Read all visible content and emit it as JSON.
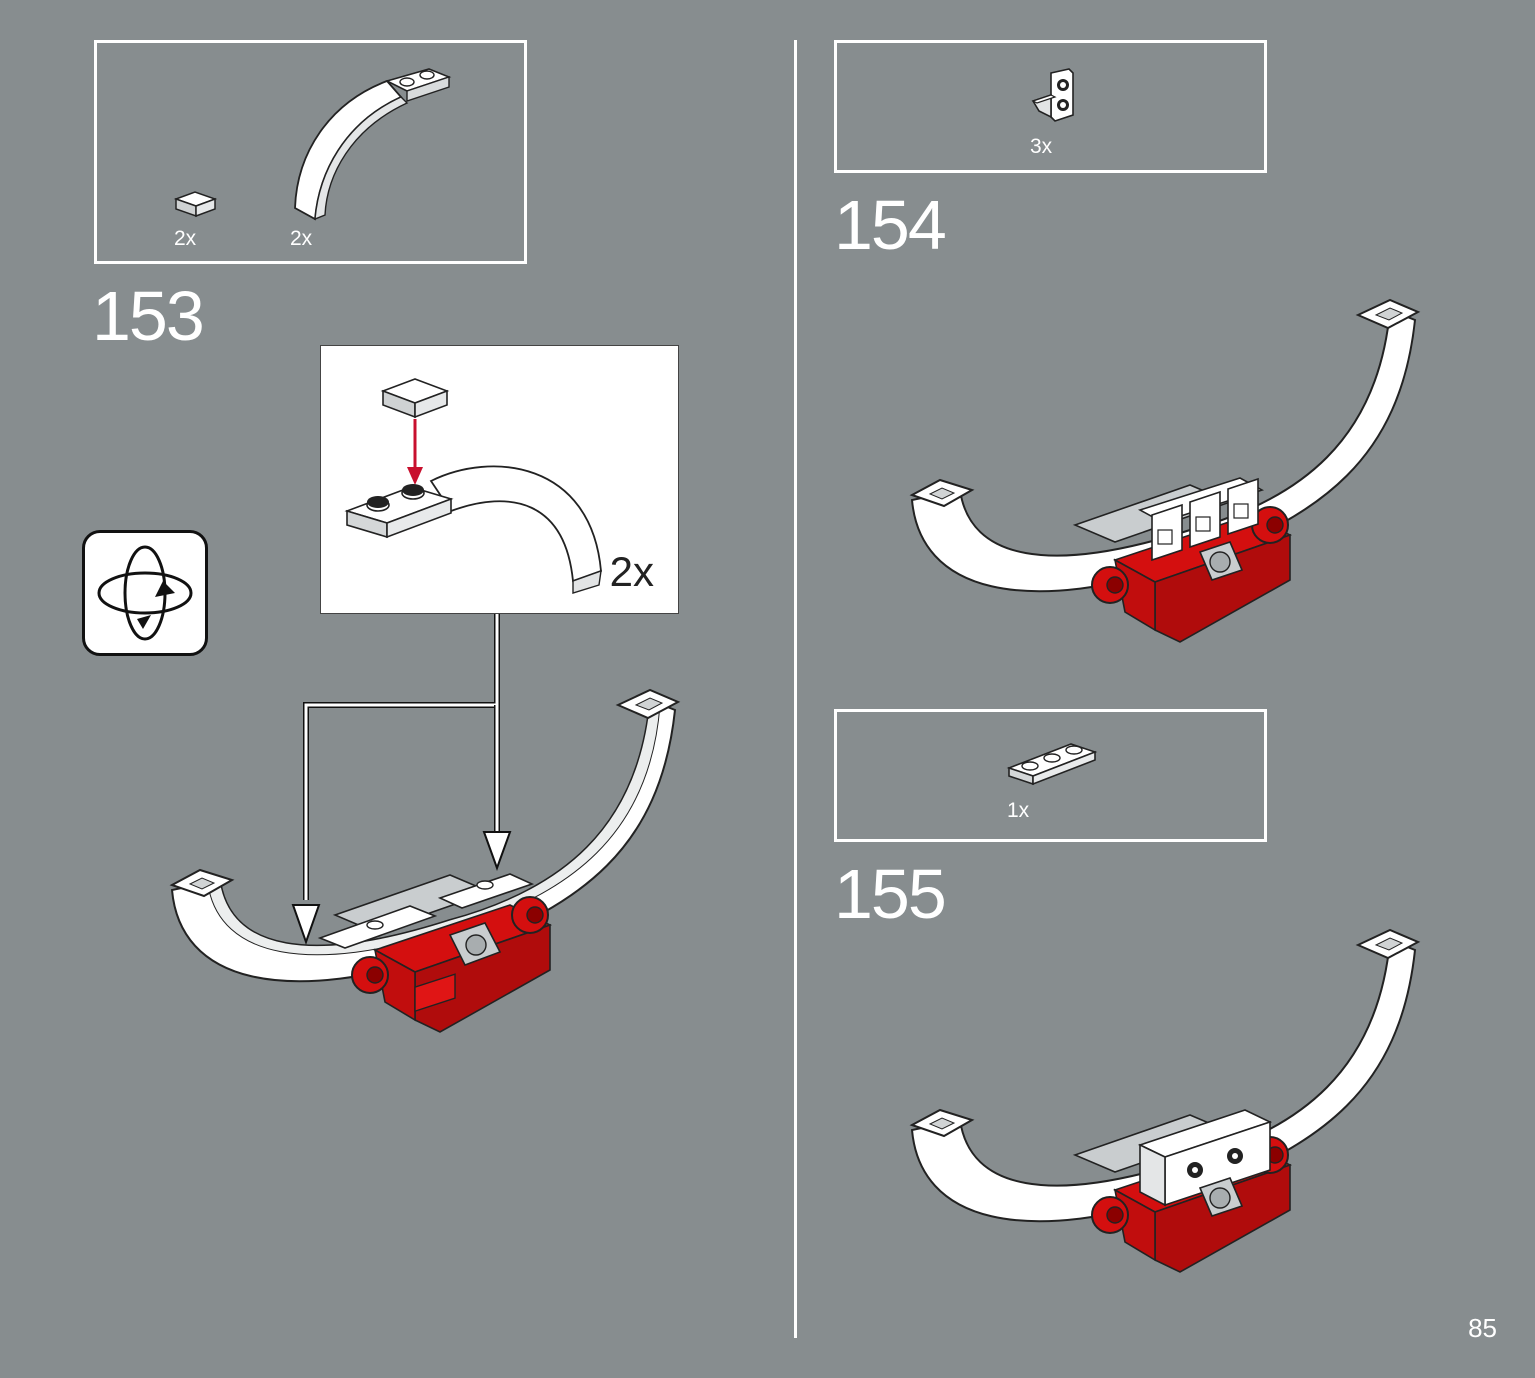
{
  "page": {
    "number": "85"
  },
  "steps": [
    {
      "number": "153",
      "parts": [
        {
          "name": "tile-1x1",
          "qty": "2x"
        },
        {
          "name": "curved-arch-brick",
          "qty": "2x"
        }
      ]
    },
    {
      "number": "154",
      "parts": [
        {
          "name": "bracket-plate",
          "qty": "3x"
        }
      ]
    },
    {
      "number": "155",
      "parts": [
        {
          "name": "plate-1x3",
          "qty": "1x"
        }
      ]
    }
  ],
  "callout": {
    "qty": "2x"
  },
  "icons": {
    "rotate": "rotate-model-icon"
  },
  "colors": {
    "background": "#878d8f",
    "red": "#d40f0f",
    "white": "#ffffff",
    "gray": "#c9cdcf",
    "arrow": "#c8102e"
  }
}
